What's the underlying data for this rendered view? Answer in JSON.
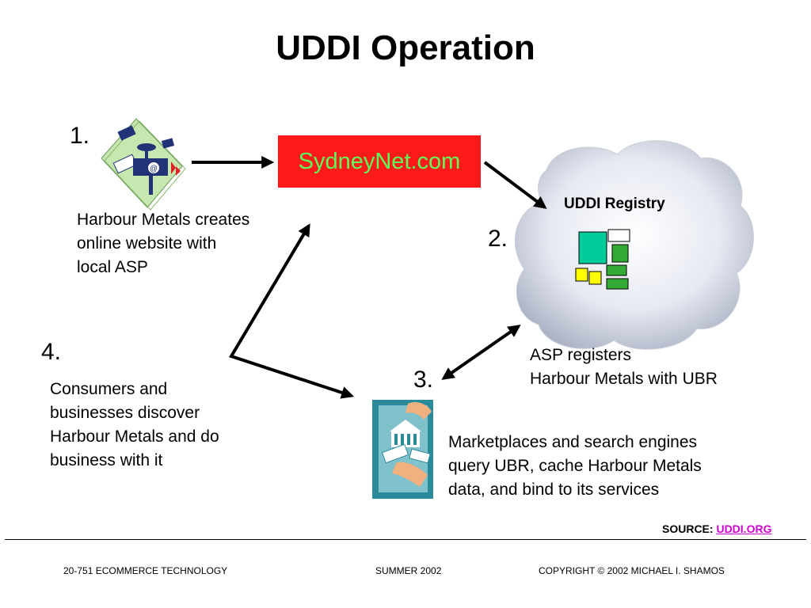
{
  "title": "UDDI Operation",
  "hub": {
    "label": "SydneyNet.com"
  },
  "registry": {
    "label": "UDDI Registry"
  },
  "steps": [
    {
      "number": "1.",
      "text": [
        "Harbour Metals creates",
        "online website with",
        "local ASP"
      ]
    },
    {
      "number": "2.",
      "text": [
        "ASP registers",
        "Harbour Metals with UBR"
      ]
    },
    {
      "number": "3.",
      "text": [
        "Marketplaces and search engines",
        "query UBR, cache Harbour Metals",
        "data, and bind to its services"
      ]
    },
    {
      "number": "4.",
      "text": [
        "Consumers and",
        "businesses discover",
        "Harbour Metals and do",
        "business with it"
      ]
    }
  ],
  "source": {
    "prefix": "SOURCE: ",
    "link": "UDDI.ORG"
  },
  "footer": {
    "left": "20-751 ECOMMERCE TECHNOLOGY",
    "center": "SUMMER 2002",
    "right": "COPYRIGHT © 2002 MICHAEL I. SHAMOS"
  },
  "colors": {
    "hub_bg": "#ff1a1a",
    "hub_text": "#5cff5c",
    "link": "#cc00cc"
  }
}
